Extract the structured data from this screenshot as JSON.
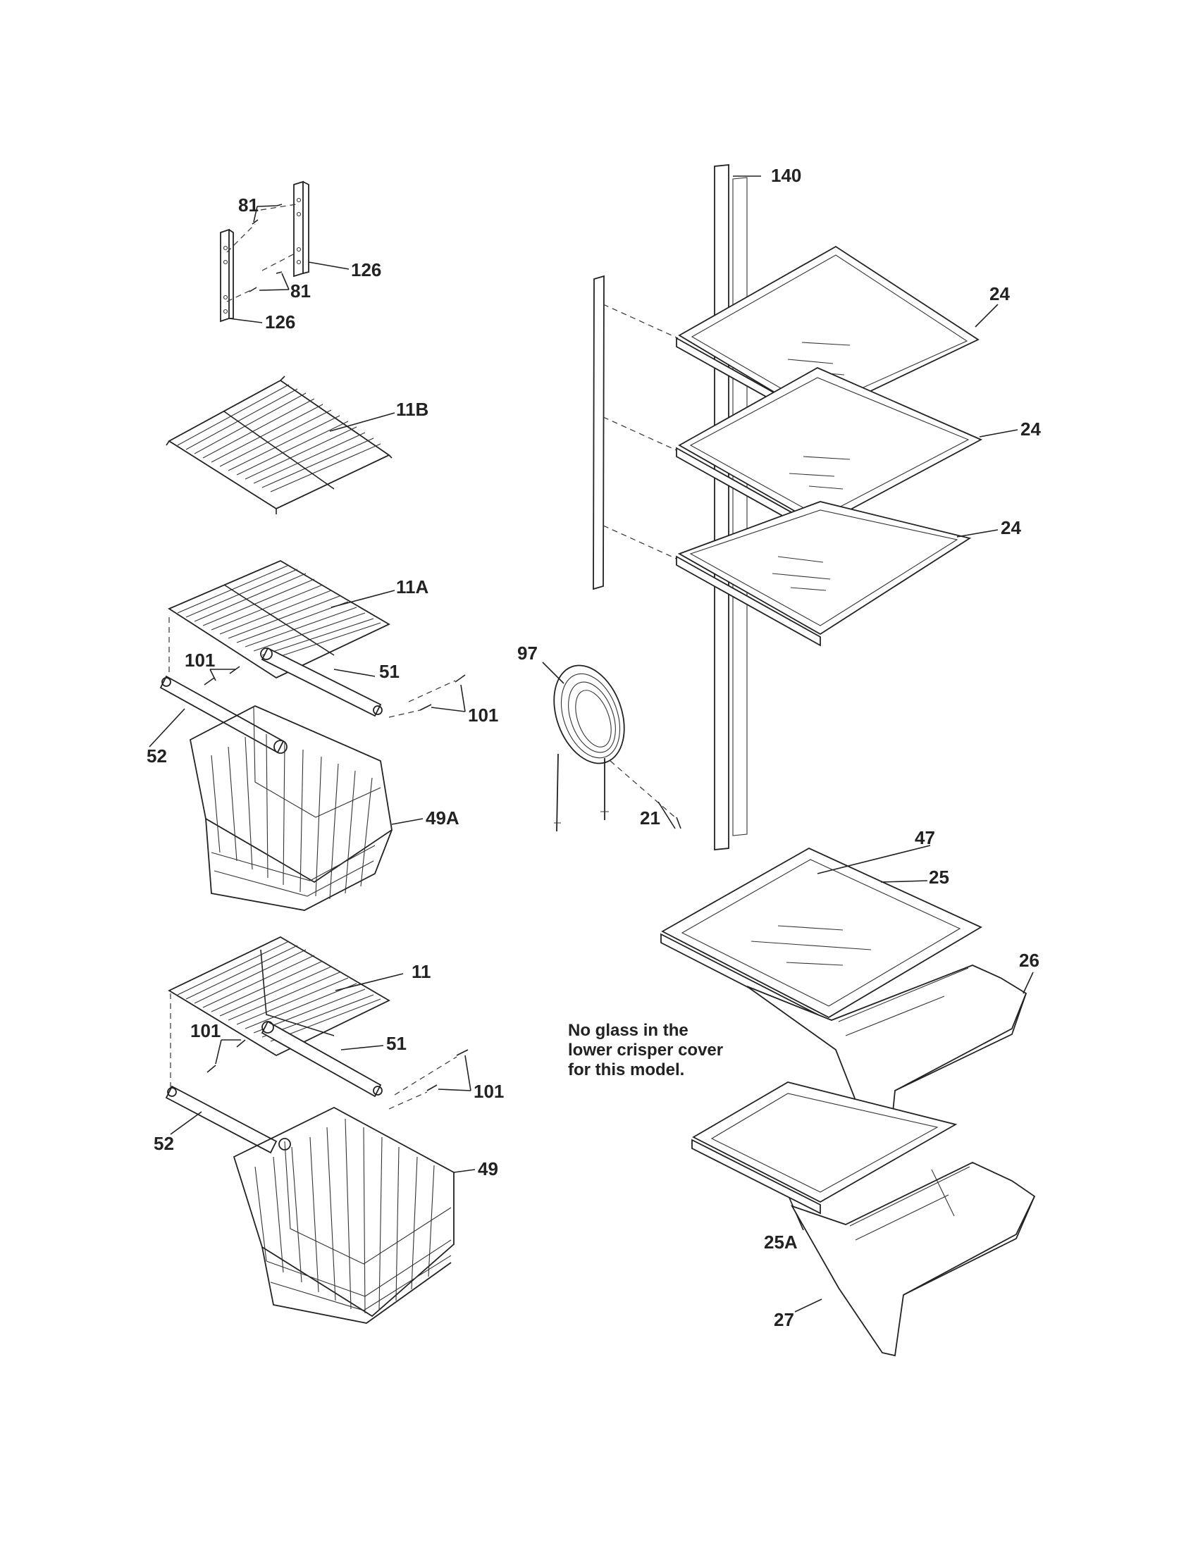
{
  "labels": {
    "l140": "140",
    "l81a": "81",
    "l81b": "81",
    "l126a": "126",
    "l126b": "126",
    "l24a": "24",
    "l24b": "24",
    "l24c": "24",
    "l11B": "11B",
    "l11A": "11A",
    "l101a": "101",
    "l51a": "51",
    "l101b": "101",
    "l52a": "52",
    "l49A": "49A",
    "l97": "97",
    "l21": "21",
    "l47": "47",
    "l25": "25",
    "l26": "26",
    "l11": "11",
    "l101c": "101",
    "l51b": "51",
    "l101d": "101",
    "l52b": "52",
    "l49": "49",
    "l25A": "25A",
    "l27": "27"
  },
  "note": {
    "line1": "No glass in the",
    "line2": "lower crisper cover",
    "line3": "for this model."
  }
}
